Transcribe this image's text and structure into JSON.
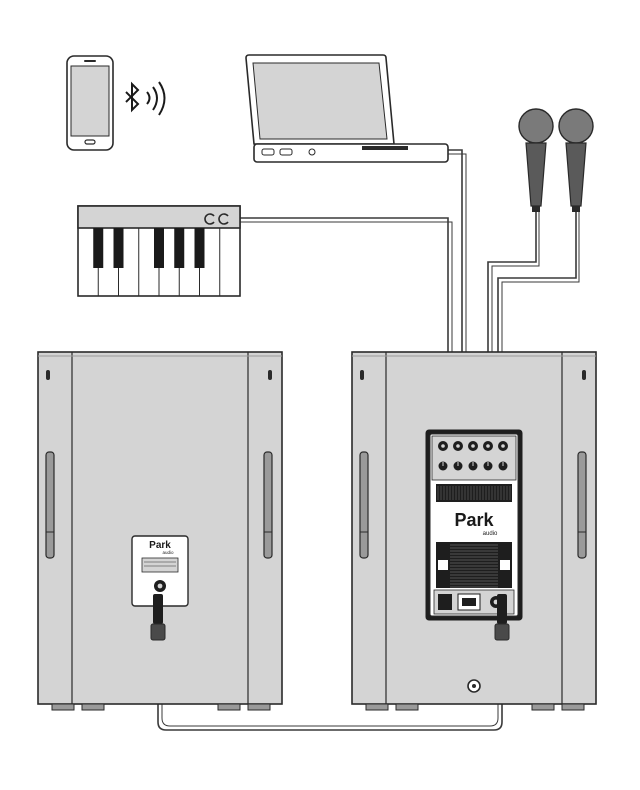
{
  "panel": {
    "brand": "Park",
    "sub": "audio",
    "small_brand": "Park",
    "small_sub": "audio"
  },
  "devices": [
    {
      "name": "smartphone",
      "icon": "smartphone-icon"
    },
    {
      "name": "bluetooth",
      "icon": "bluetooth-icon"
    },
    {
      "name": "laptop",
      "icon": "laptop-icon"
    },
    {
      "name": "keyboard",
      "icon": "keyboard-icon"
    },
    {
      "name": "microphone-1",
      "icon": "microphone-icon"
    },
    {
      "name": "microphone-2",
      "icon": "microphone-icon"
    },
    {
      "name": "passive-speaker",
      "icon": "speaker-icon"
    },
    {
      "name": "active-speaker",
      "icon": "speaker-icon"
    }
  ],
  "colors": {
    "cabinet": "#d4d4d4",
    "cabinet_dark": "#9a9a9a",
    "outline": "#2a2a2a",
    "cable": "#3a3a3a",
    "panel_dark": "#1e1e1e"
  }
}
